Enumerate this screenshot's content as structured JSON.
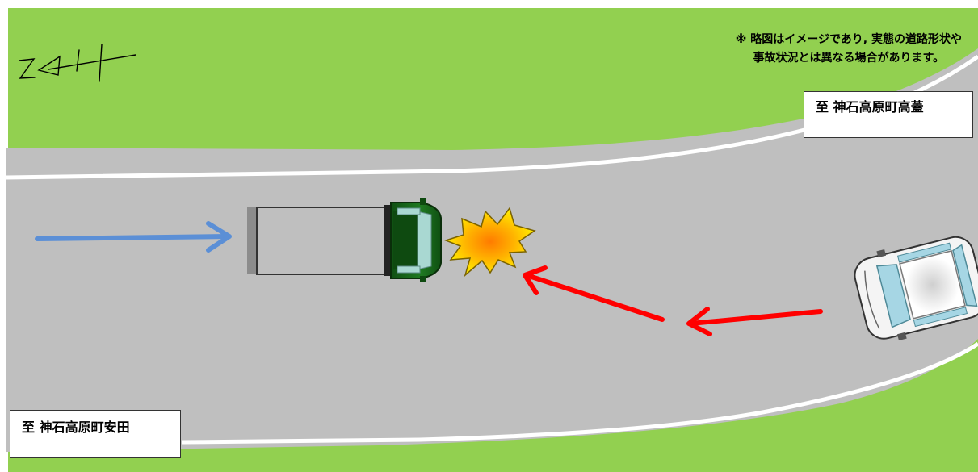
{
  "north_marker": "N",
  "note": {
    "line1": "※  略図はイメージであり, 実態の道路形状や",
    "line2": "事故状況とは異なる場合があります。"
  },
  "destinations": {
    "top_right": "至  神石高原町高蓋",
    "bottom_left": "至  神石高原町安田"
  },
  "colors": {
    "grass": "#92d050",
    "road": "#bfbfbf",
    "lane_line": "#ffffff",
    "truck_direction_arrow": "#5b8fd6",
    "car_direction_arrow": "#ff0000",
    "truck_cab": "#1e6b1e"
  }
}
